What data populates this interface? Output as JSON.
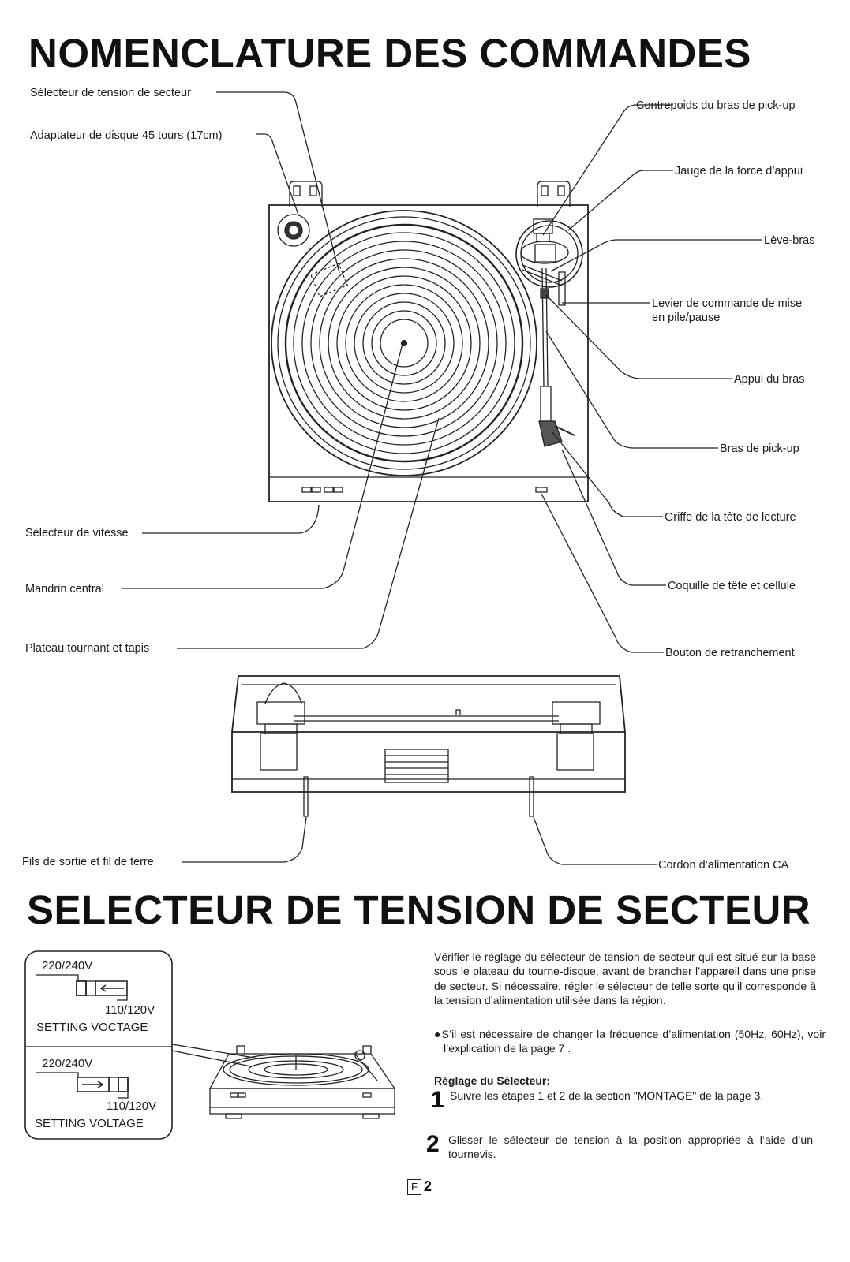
{
  "headings": {
    "nomenclature": "NOMENCLATURE DES COMMANDES",
    "selecteur": "SELECTEUR DE TENSION DE SECTEUR"
  },
  "labels_left": {
    "selecteur_tension": "Sélecteur de tension de secteur",
    "adaptateur": "Adaptateur de disque 45 tours (17cm)",
    "selecteur_vitesse": "Sélecteur de vitesse",
    "mandrin": "Mandrin central",
    "plateau": "Plateau tournant et tapis",
    "fils_sortie": "Fils de sortie et fil de terre"
  },
  "labels_right": {
    "contrepoids": "Contrepoids du bras de pick-up",
    "jauge": "Jauge de la force d’appui",
    "leve_bras": "Lève-bras",
    "levier_line1": "Levier de commande de mise",
    "levier_line2": "en pile/pause",
    "appui": "Appui du bras",
    "bras": "Bras de pick-up",
    "griffe": "Griffe de la tête de lecture",
    "coquille": "Coquille de tête et cellule",
    "bouton": "Bouton de retranchement",
    "cordon": "Cordon d’alimentation CA"
  },
  "voltage_box": {
    "top": {
      "v1": "220/240V",
      "v2": "110/120V",
      "caption": "SETTING VOCTAGE"
    },
    "bottom": {
      "v1": "220/240V",
      "v2": "110/120V",
      "caption": "SETTING VOLTAGE"
    }
  },
  "body": {
    "intro": "Vérifier le réglage du sélecteur de tension de secteur qui est situé sur la base sous le plateau du tourne-disque, avant de brancher l’appareil dans une prise de secteur. Si nécessaire, régler le sélecteur de telle sorte qu’il corresponde à la tension d’alimentation utilisée dans la région.",
    "bullet": "●S’il est nécessaire de changer la fréquence d’alimentation (50Hz, 60Hz), voir l’explication de la page 7 .",
    "reglage_title": "Réglage du Sélecteur:",
    "steps": [
      {
        "num": "1",
        "text": "Suivre les étapes 1 et 2 de la section \"MONTAGE\" de la page 3."
      },
      {
        "num": "2",
        "text": "Glisser le sélecteur de tension à la position appropriée à l’aide d’un tournevis."
      }
    ]
  },
  "footer": {
    "page_letter": "F",
    "page_number": "2"
  }
}
